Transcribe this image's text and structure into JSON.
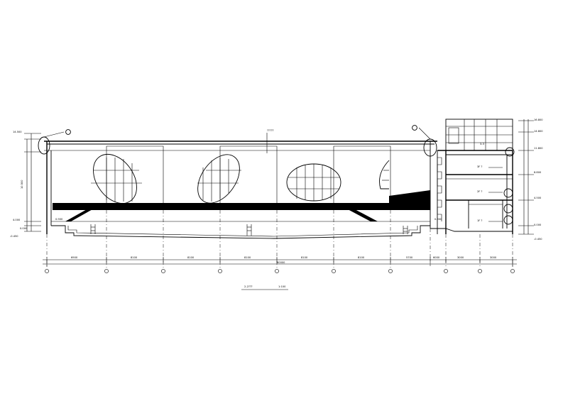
{
  "drawing": {
    "section_title": "2-2???",
    "scale": "1:100",
    "roof_label": "?????",
    "roof_tag": "3-3"
  },
  "dimensions": {
    "spans": [
      "6900",
      "8100",
      "8100",
      "8100",
      "8100",
      "8100",
      "5700",
      "6000",
      "3000",
      "3000"
    ],
    "total": "60000",
    "left_elev_top": "14.500",
    "left_elev_mid": "4.000",
    "left_elev_bottom": "-0.450",
    "left_height": "10.500",
    "left_ground": "0.000",
    "stage_elev": "0.900",
    "right_elev_top": "16.800",
    "right_elev_2": "14.800",
    "right_elev_3": "11.800",
    "right_elev_4": "8.800",
    "right_elev_5": "4.500",
    "right_elev_6": "0.000",
    "right_elev_bottom": "-0.450"
  },
  "rooms": [
    {
      "label": "3F ?"
    },
    {
      "label": "2F ?"
    },
    {
      "label": "1F ?"
    }
  ]
}
